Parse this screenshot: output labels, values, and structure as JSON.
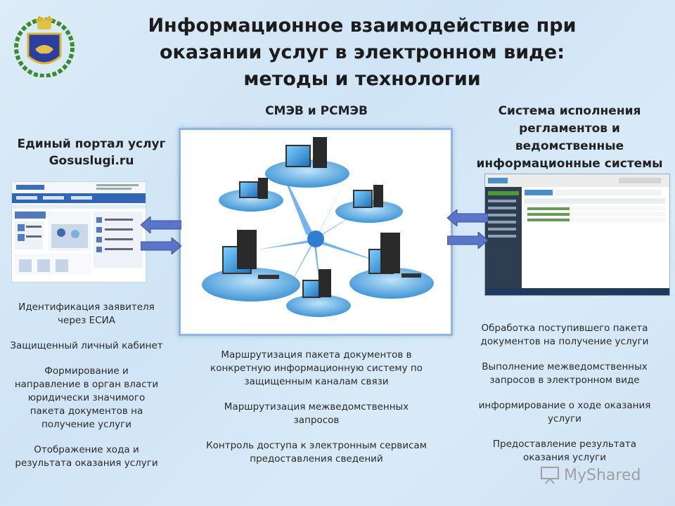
{
  "title_lines": [
    "Информационное взаимодействие при",
    "оказании услуг в электронном виде:",
    "методы и технологии"
  ],
  "center_header": "СМЭВ и РСМЭВ",
  "left_header": [
    "Единый портал услуг",
    "Gosuslugi.ru"
  ],
  "right_header": [
    "Система исполнения",
    "регламентов и",
    "ведомственные",
    "информационные системы"
  ],
  "left_items": [
    [
      "Идентификация заявителя",
      "через ЕСИА"
    ],
    [
      "Защищенный личный кабинет"
    ],
    [
      "Формирование и",
      "направление в орган власти",
      "юридически значимого",
      "пакета документов на",
      "получение услуги"
    ],
    [
      "Отображение хода и",
      "результата оказания услуги"
    ]
  ],
  "center_items": [
    [
      "Маршрутизация пакета документов в",
      "конкретную информационную систему по",
      "защищенным каналам связи"
    ],
    [
      "Маршрутизация межведомственных",
      "запросов"
    ],
    [
      "Контроль доступа к электронным сервисам",
      "предоставления сведений"
    ]
  ],
  "right_items": [
    [
      "Обработка поступившего пакета",
      "документов на получение услуги"
    ],
    [
      "Выполнение межведомственных",
      "запросов в электронном виде"
    ],
    [
      "информирование о ходе оказания",
      "услуги"
    ],
    [
      "Предоставление результата",
      "оказания услуги"
    ]
  ],
  "watermark": "MyShared",
  "colors": {
    "arrow_fill": "#5a74c8",
    "frame_border": "#8fb6de",
    "background": "#d6e9f7"
  }
}
